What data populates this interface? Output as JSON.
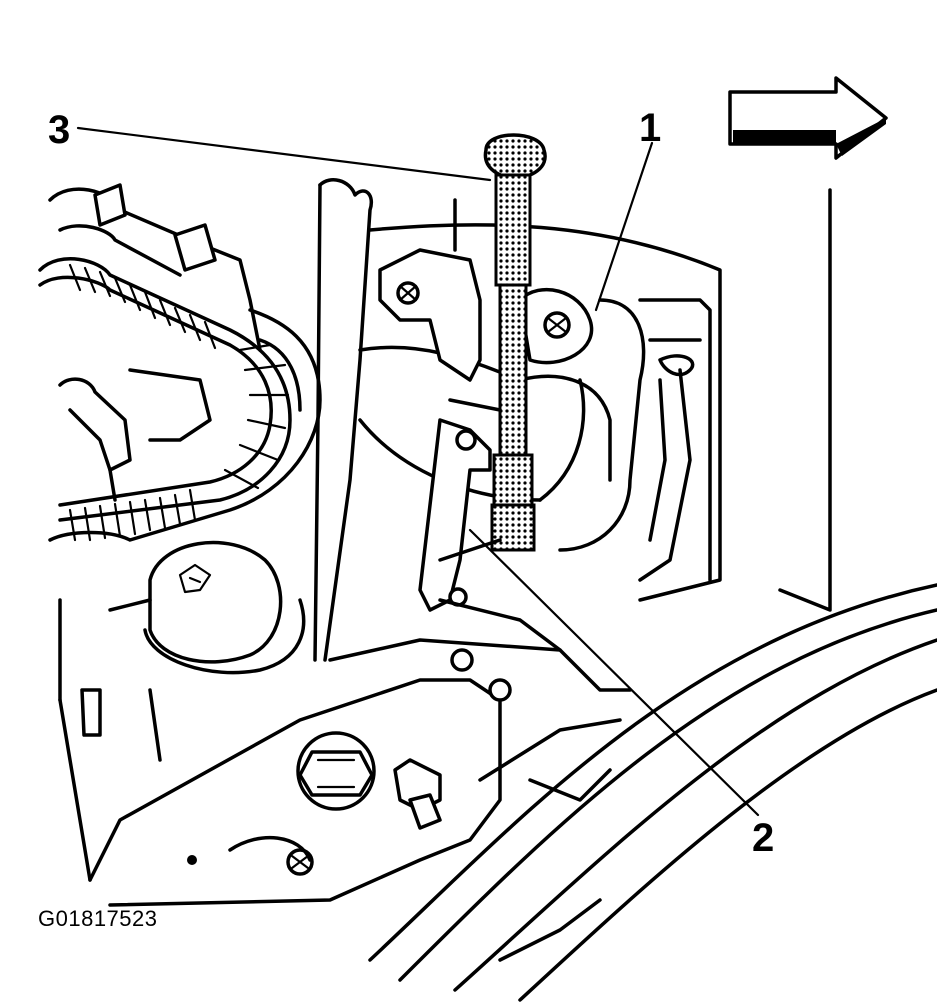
{
  "callouts": {
    "one": "1",
    "two": "2",
    "three": "3"
  },
  "figure_id": "G01817523",
  "colors": {
    "line": "#000000",
    "background": "#ffffff"
  },
  "icons": {
    "direction_arrow": "right-arrow-icon"
  }
}
